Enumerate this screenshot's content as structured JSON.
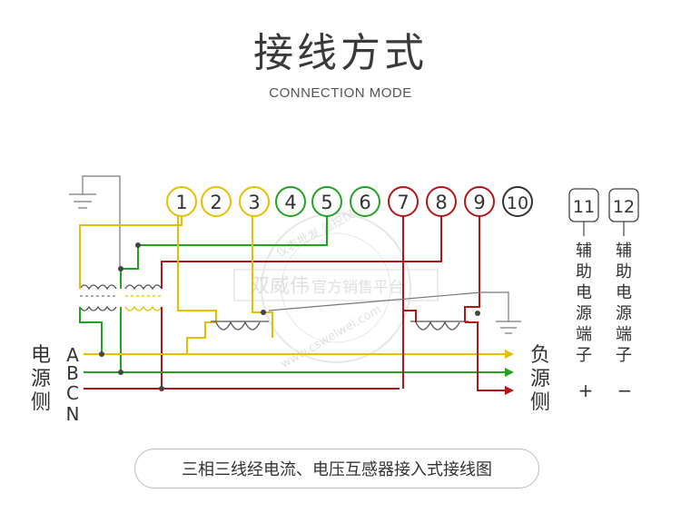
{
  "header": {
    "title": "接线方式",
    "subtitle": "CONNECTION MODE"
  },
  "terminals": [
    {
      "id": "t1",
      "label": "1",
      "color": "#e6c000"
    },
    {
      "id": "t2",
      "label": "2",
      "color": "#e6c000"
    },
    {
      "id": "t3",
      "label": "3",
      "color": "#e6c000"
    },
    {
      "id": "t4",
      "label": "4",
      "color": "#22a322"
    },
    {
      "id": "t5",
      "label": "5",
      "color": "#22a322"
    },
    {
      "id": "t6",
      "label": "6",
      "color": "#22a322"
    },
    {
      "id": "t7",
      "label": "7",
      "color": "#b31616"
    },
    {
      "id": "t8",
      "label": "8",
      "color": "#b31616"
    },
    {
      "id": "t9",
      "label": "9",
      "color": "#b31616"
    },
    {
      "id": "t10",
      "label": "10",
      "color": "#333333"
    }
  ],
  "aux_terminals": [
    {
      "label": "11",
      "vertical_text": "辅助电源端子",
      "polarity": "+"
    },
    {
      "label": "12",
      "vertical_text": "辅助电源端子",
      "polarity": "−"
    }
  ],
  "source_side": {
    "label": "电源侧",
    "phases": [
      "A",
      "B",
      "C",
      "N"
    ]
  },
  "load_side": {
    "label": "负源侧"
  },
  "watermark": {
    "brand": "双威伟",
    "text": "官方销售平台",
    "arc_top": "仪表批发 监控仪表",
    "arc_bottom": "www.cswelwei.com"
  },
  "caption": "三相三线经电流、电压互感器接入式接线图",
  "colors": {
    "phase_a": "#e6c000",
    "phase_b": "#22a322",
    "phase_c": "#b31616",
    "neutral": "#333333",
    "wire_gray": "#555555"
  }
}
